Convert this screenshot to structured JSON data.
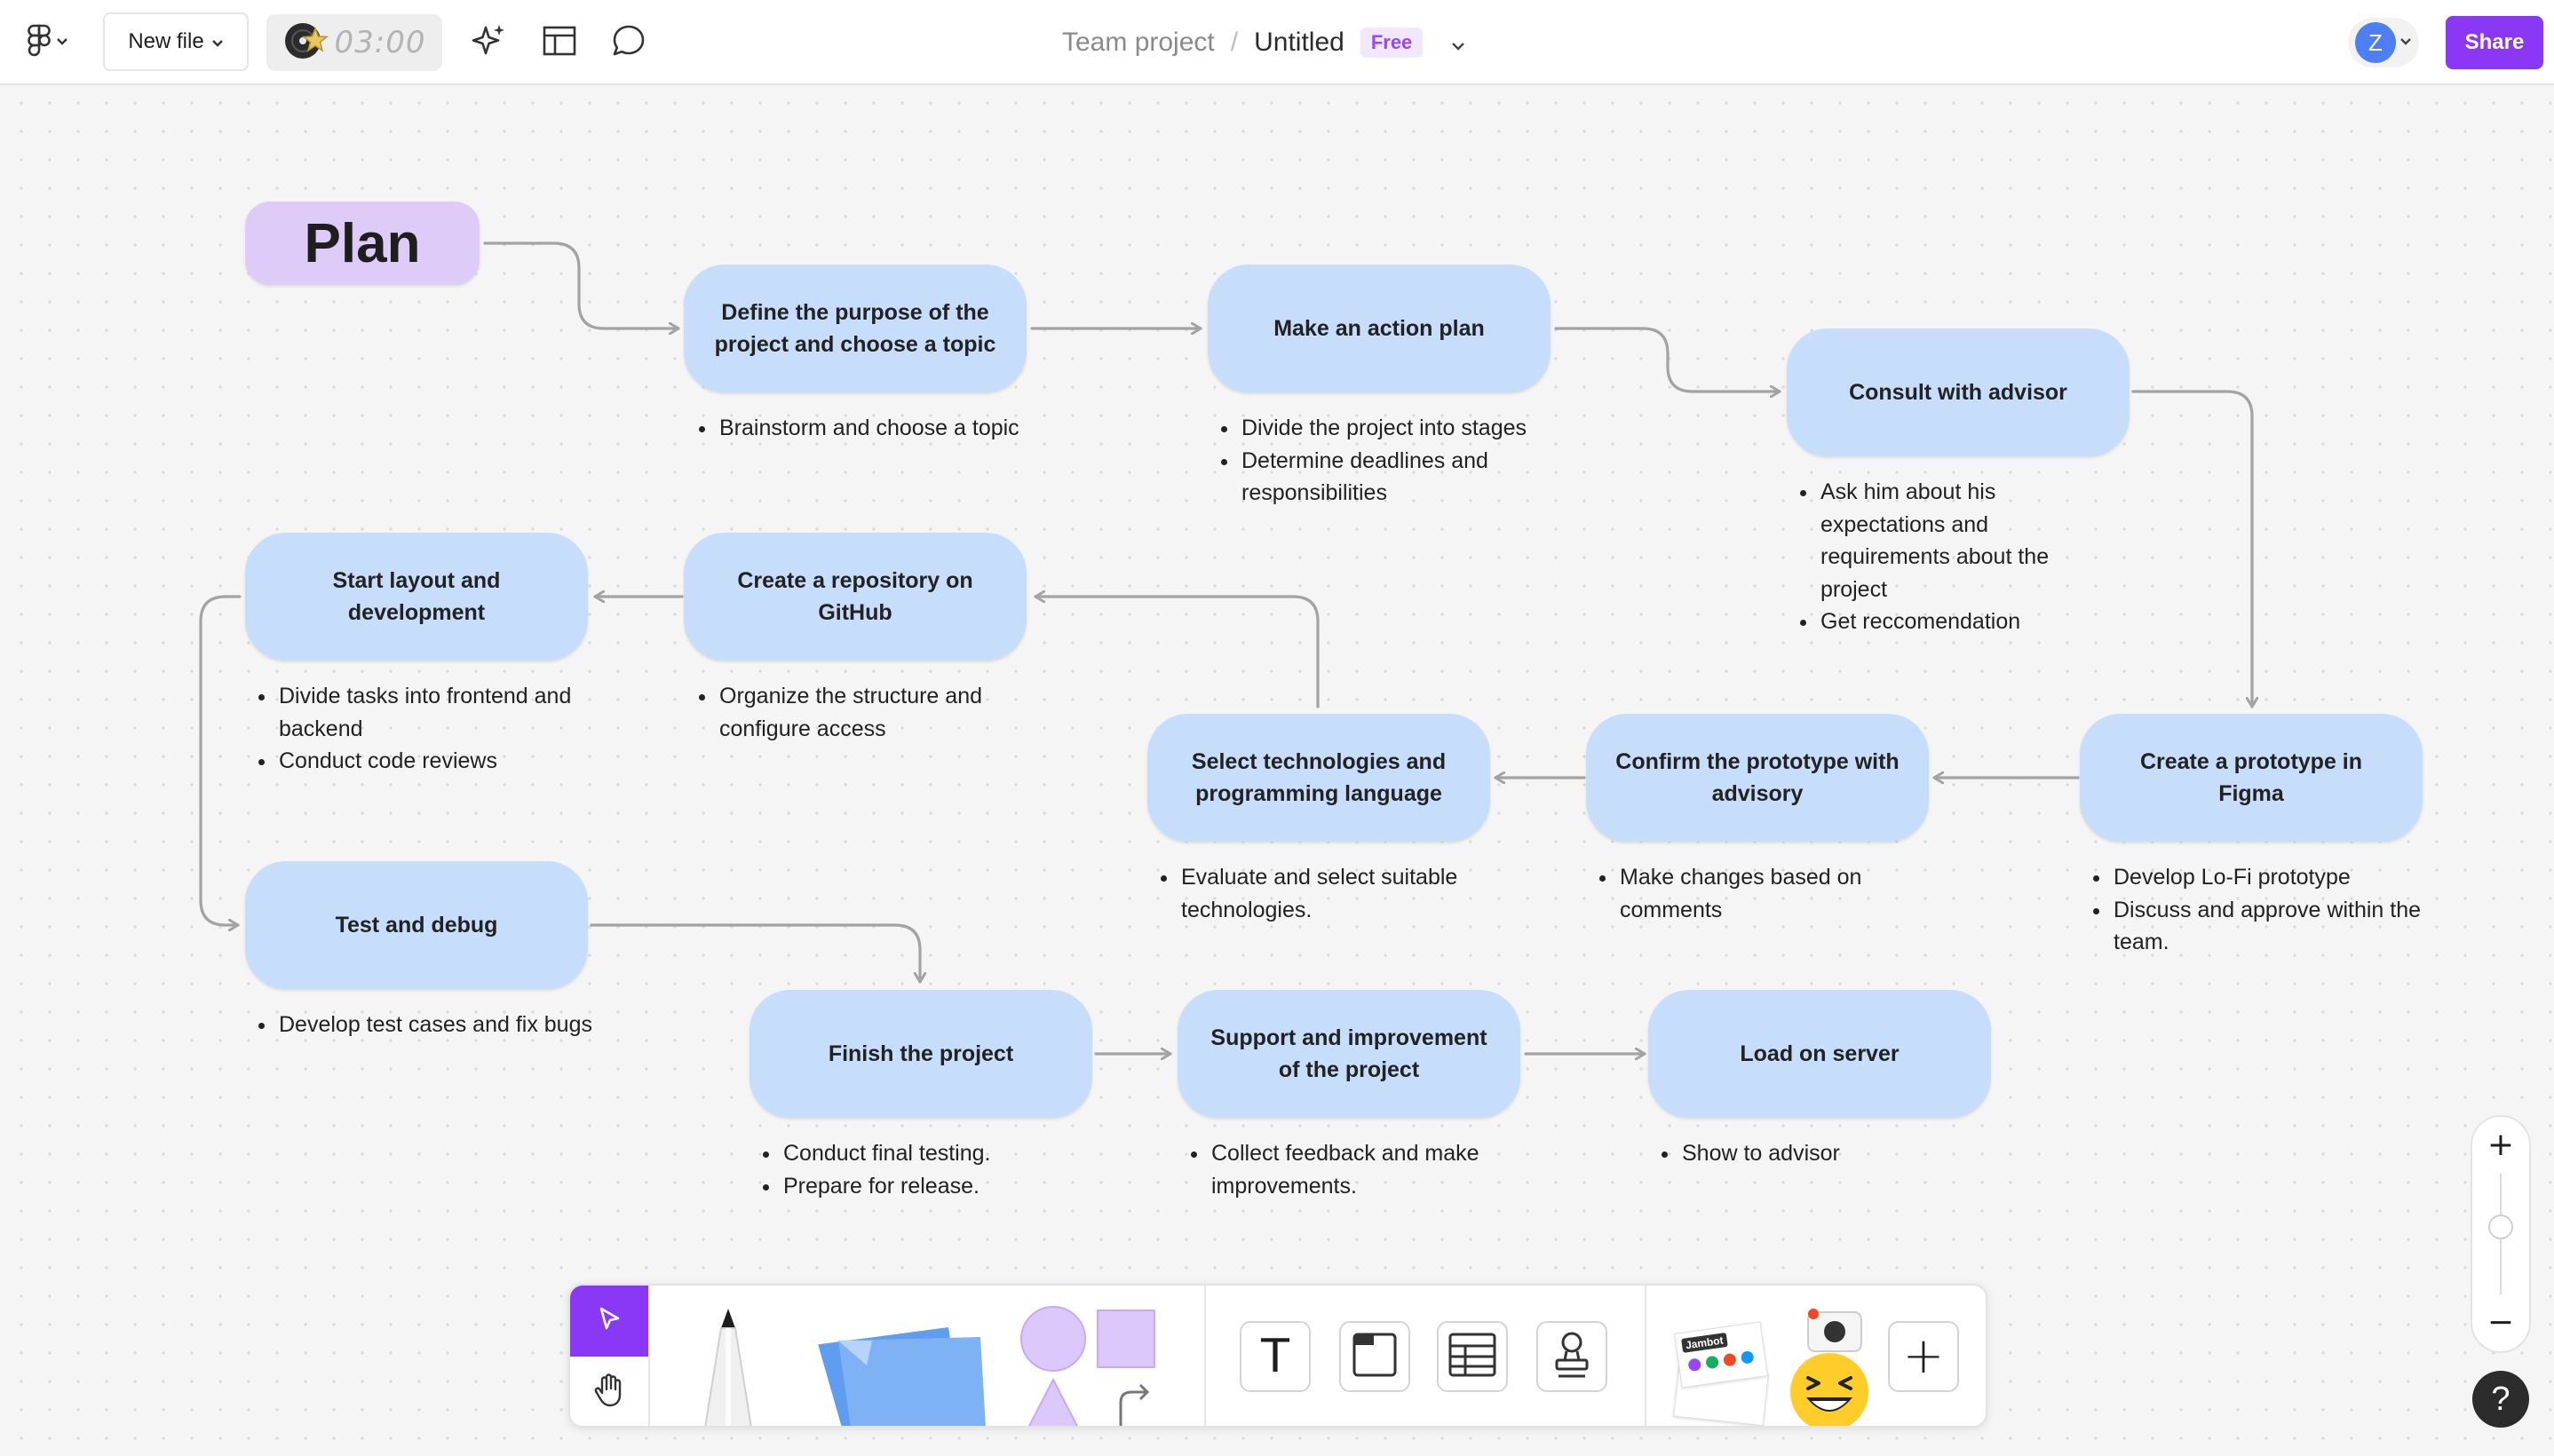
{
  "topbar": {
    "new_file_label": "New file",
    "timer": "03:00",
    "breadcrumb_team": "Team project",
    "breadcrumb_sep": "/",
    "file_name": "Untitled",
    "plan_badge": "Free",
    "avatar_initial": "Z",
    "share_label": "Share"
  },
  "board": {
    "title": "Plan",
    "nodes": [
      {
        "label": "Define the purpose of the project and choose a topic",
        "notes": [
          "Brainstorm and choose a topic"
        ]
      },
      {
        "label": "Make an action plan",
        "notes": [
          "Divide the project into stages",
          "Determine deadlines and responsibilities"
        ]
      },
      {
        "label": "Consult with advisor",
        "notes": [
          "Ask him about his expectations and requirements about the project",
          "Get reccomendation"
        ]
      },
      {
        "label": "Create a prototype in Figma",
        "notes": [
          "Develop Lo-Fi prototype",
          "Discuss and approve within the team."
        ]
      },
      {
        "label": "Confirm the prototype with advisory",
        "notes": [
          "Make changes based on comments"
        ]
      },
      {
        "label": "Select technologies and programming language",
        "notes": [
          "Evaluate and select suitable technologies."
        ]
      },
      {
        "label": "Create a repository on GitHub",
        "notes": [
          "Organize the structure and configure access"
        ]
      },
      {
        "label": "Start layout and development",
        "notes": [
          "Divide tasks into frontend and backend",
          "Conduct code reviews"
        ]
      },
      {
        "label": "Test and debug",
        "notes": [
          "Develop test cases and fix bugs"
        ]
      },
      {
        "label": "Finish the project",
        "notes": [
          "Conduct final testing.",
          "Prepare for release."
        ]
      },
      {
        "label": "Support and improvement of the project",
        "notes": [
          "Collect feedback and make improvements."
        ]
      },
      {
        "label": "Load on server",
        "notes": [
          "Show to advisor"
        ]
      }
    ]
  },
  "toolbar": {
    "tools": [
      "select-tool",
      "hand-tool",
      "marker-tool",
      "sticky-note-tool",
      "shape-tool",
      "connector-tool",
      "text-tool",
      "section-tool",
      "table-tool",
      "stamp-tool",
      "jambot-widget",
      "emote-widget",
      "more-tools"
    ],
    "jambot_label": "Jambot",
    "text_tool_glyph": "T",
    "more_glyph": "+"
  },
  "zoom": {
    "zoom_in": "+",
    "zoom_out": "−"
  },
  "help_label": "?",
  "colors": {
    "accent": "#8a38f5",
    "node_fill": "#c6ddfb",
    "plan_fill": "#dfcbf8",
    "arrow": "#a3a3a3",
    "avatar": "#4d7ff2"
  }
}
